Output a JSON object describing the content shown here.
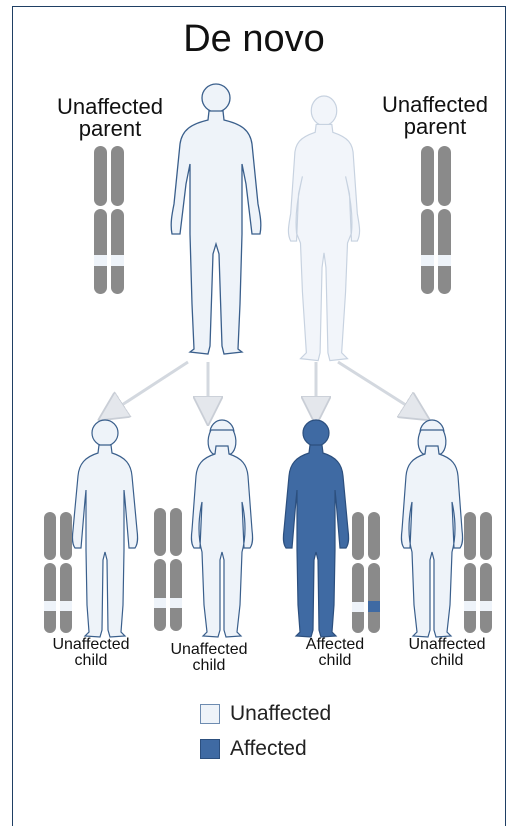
{
  "title": "De novo",
  "parents": [
    {
      "label_line1": "Unaffected",
      "label_line2": "parent"
    },
    {
      "label_line1": "Unaffected",
      "label_line2": "parent"
    }
  ],
  "children": [
    {
      "label_line1": "Unaffected",
      "label_line2": "child",
      "status": "unaffected"
    },
    {
      "label_line1": "Unaffected",
      "label_line2": "child",
      "status": "unaffected"
    },
    {
      "label_line1": "Affected",
      "label_line2": "child",
      "status": "affected"
    },
    {
      "label_line1": "Unaffected",
      "label_line2": "child",
      "status": "unaffected"
    }
  ],
  "legend": {
    "unaffected_label": "Unaffected",
    "affected_label": "Affected"
  },
  "colors": {
    "unaffected_fill": "#eef3f9",
    "figure_outline": "#3a5f8c",
    "affected_fill": "#3f6aa3",
    "chromosome": "#8a8a8a",
    "arrow": "#d9dde3"
  }
}
